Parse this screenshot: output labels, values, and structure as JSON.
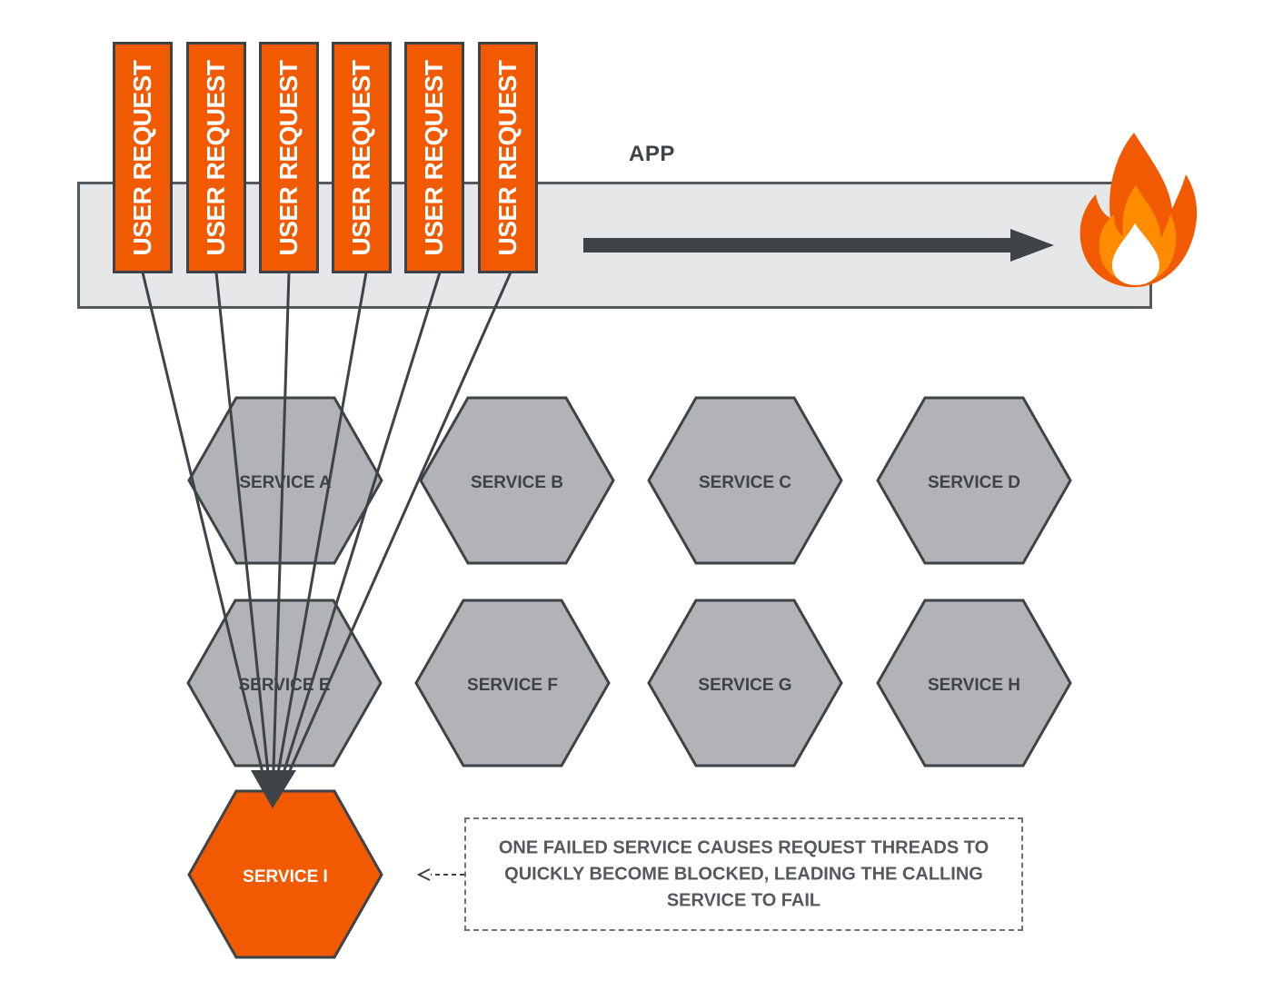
{
  "app": {
    "title": "APP"
  },
  "requests": [
    {
      "label": "USER REQUEST"
    },
    {
      "label": "USER REQUEST"
    },
    {
      "label": "USER REQUEST"
    },
    {
      "label": "USER REQUEST"
    },
    {
      "label": "USER REQUEST"
    },
    {
      "label": "USER REQUEST"
    }
  ],
  "services": {
    "a": "SERVICE A",
    "b": "SERVICE B",
    "c": "SERVICE C",
    "d": "SERVICE D",
    "e": "SERVICE E",
    "f": "SERVICE F",
    "g": "SERVICE G",
    "h": "SERVICE H",
    "i": "SERVICE I"
  },
  "note": {
    "text": "ONE FAILED SERVICE CAUSES REQUEST THREADS TO QUICKLY BECOME BLOCKED, LEADING THE CALLING SERVICE TO FAIL"
  },
  "icons": {
    "fire": "fire-icon"
  },
  "colors": {
    "accent": "#f15a00",
    "service_fill": "#b1b3b6",
    "outline": "#3d4347",
    "app_fill": "#e6e7e8"
  }
}
